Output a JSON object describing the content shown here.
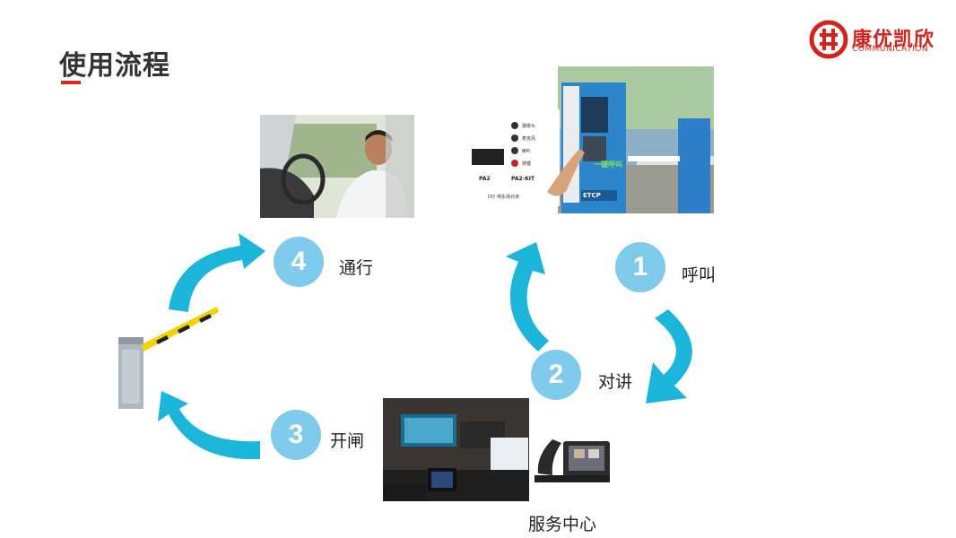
{
  "title": "使用流程",
  "logo": {
    "name_cn": "康优凯欣",
    "name_en": "COMMUNICATION"
  },
  "steps": [
    {
      "number": "1",
      "label": "呼叫"
    },
    {
      "number": "2",
      "label": "对讲"
    },
    {
      "number": "3",
      "label": "开闸"
    },
    {
      "number": "4",
      "label": "通行"
    }
  ],
  "service_center_label": "服务中心",
  "kiosk_photo": {
    "device_labels": [
      "摄像头",
      "麦克风",
      "喇叭",
      "按键"
    ],
    "products": [
      "PA2",
      "PA2-KIT"
    ],
    "caption": "DIY 停车场对讲",
    "button_text": "一键呼叫",
    "brand_sign": "ETCP"
  },
  "colors": {
    "accent_red": "#e0251b",
    "arrow_blue": "#1bb6d9",
    "circle_blue": "#7ecbeb"
  }
}
